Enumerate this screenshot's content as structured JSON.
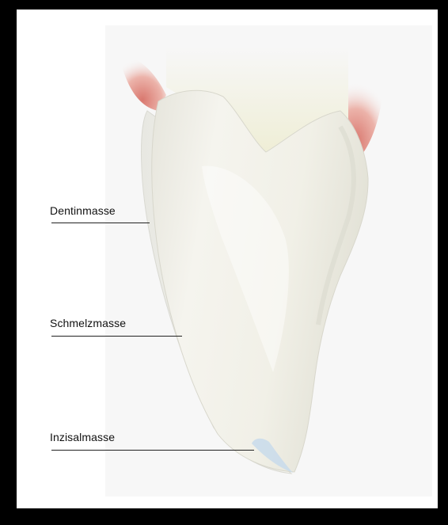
{
  "labels": {
    "dentin": "Dentinmasse",
    "enamel": "Schmelzmasse",
    "incisal": "Inzisalmasse"
  },
  "colors": {
    "background": "#000000",
    "panel": "#ffffff",
    "gingiva": "#e8a39a",
    "tooth": "#f2f1ea",
    "incisal_edge": "#c8dbeb",
    "leader_line": "#222222"
  }
}
